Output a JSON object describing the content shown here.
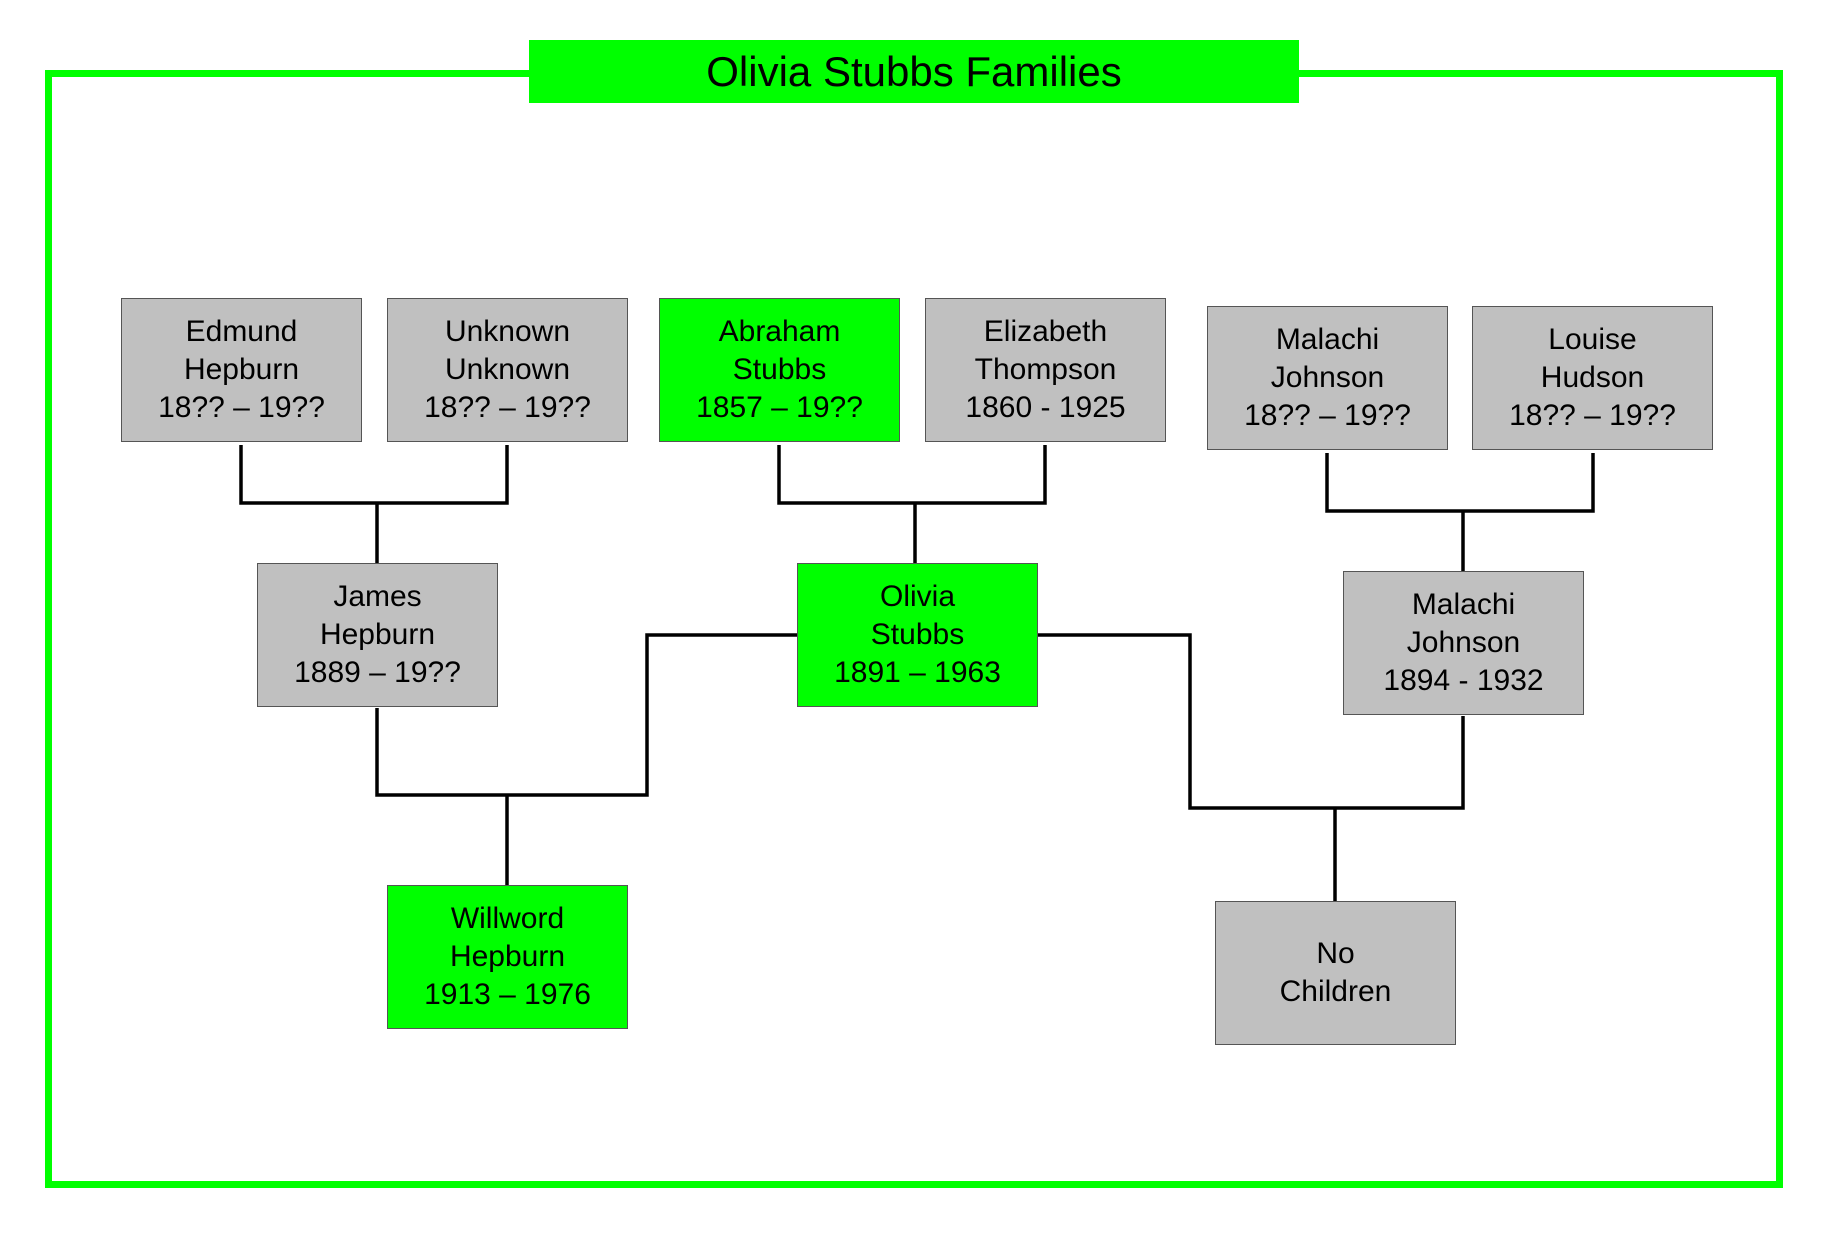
{
  "title": "Olivia Stubbs Families",
  "colors": {
    "frame": "#00ff00",
    "highlight": "#00ff00",
    "default_box": "#c0c0c0",
    "connector": "#000000"
  },
  "people": {
    "edmund_hepburn": {
      "line1": "Edmund",
      "line2": "Hepburn",
      "dates": "18?? – 19??",
      "highlight": false
    },
    "unknown_unknown": {
      "line1": "Unknown",
      "line2": "Unknown",
      "dates": "18?? – 19??",
      "highlight": false
    },
    "abraham_stubbs": {
      "line1": "Abraham",
      "line2": "Stubbs",
      "dates": "1857 – 19??",
      "highlight": true
    },
    "elizabeth_thompson": {
      "line1": "Elizabeth",
      "line2": "Thompson",
      "dates": "1860 - 1925",
      "highlight": false
    },
    "malachi_johnson_sr": {
      "line1": "Malachi",
      "line2": "Johnson",
      "dates": "18?? – 19??",
      "highlight": false
    },
    "louise_hudson": {
      "line1": "Louise",
      "line2": "Hudson",
      "dates": "18?? – 19??",
      "highlight": false
    },
    "james_hepburn": {
      "line1": "James",
      "line2": "Hepburn",
      "dates": "1889 – 19??",
      "highlight": false
    },
    "olivia_stubbs": {
      "line1": "Olivia",
      "line2": "Stubbs",
      "dates": "1891 – 1963",
      "highlight": true
    },
    "malachi_johnson_jr": {
      "line1": "Malachi",
      "line2": "Johnson",
      "dates": "1894 - 1932",
      "highlight": false
    },
    "willword_hepburn": {
      "line1": "Willword",
      "line2": "Hepburn",
      "dates": "1913 – 1976",
      "highlight": true
    },
    "no_children": {
      "line1": "No",
      "line2": "Children",
      "highlight": false
    }
  }
}
